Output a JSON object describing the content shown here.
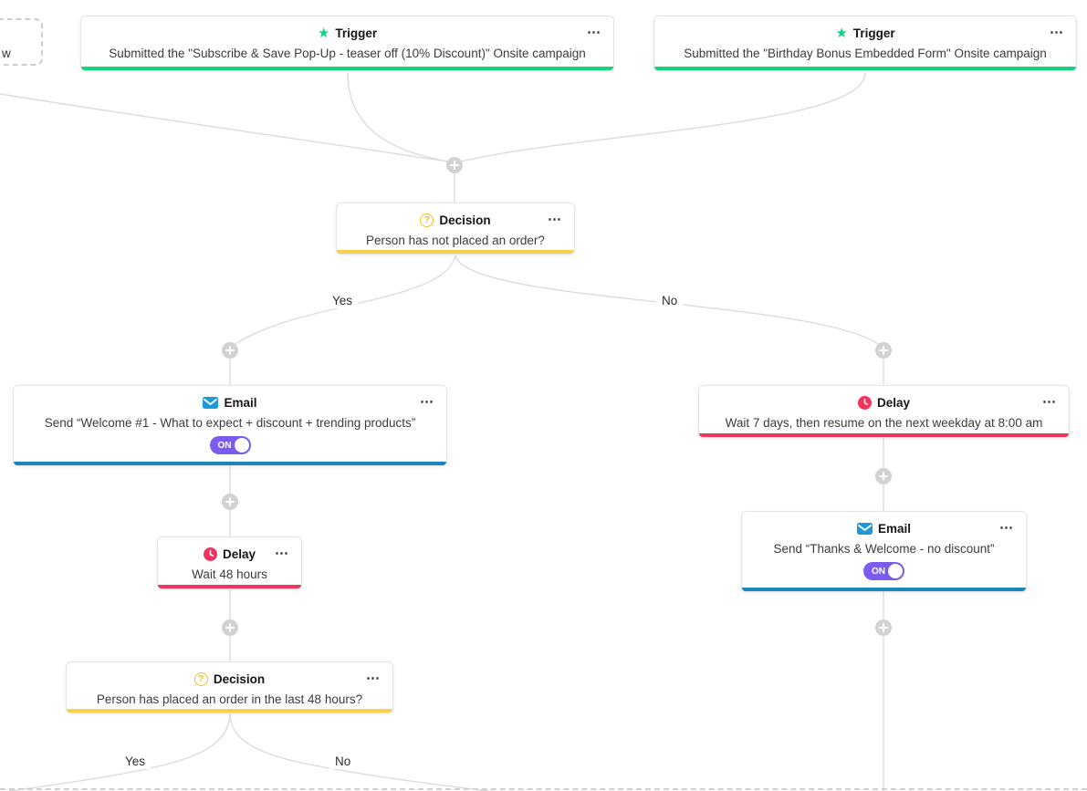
{
  "flow": {
    "branch_labels": {
      "yes": "Yes",
      "no": "No"
    },
    "toggle_on_label": "ON",
    "menu_icon": "⋯",
    "ghost_node_text": "w",
    "icons": {
      "trigger": "star-icon",
      "decision": "question-mark-icon",
      "email": "envelope-icon",
      "delay": "clock-icon",
      "connector": "plus-icon",
      "node_menu": "more-options-icon"
    },
    "colors": {
      "trigger_accent": "#13d37f",
      "decision_accent": "#f7d14a",
      "email_accent": "#1a86be",
      "delay_accent": "#f1345c",
      "toggle_on": "#7c5cf0",
      "connector_line": "#dcdcdc"
    },
    "nodes": [
      {
        "type": "Trigger",
        "subtitle": "Submitted the \"Subscribe & Save Pop-Up - teaser off (10% Discount)\" Onsite campaign"
      },
      {
        "type": "Trigger",
        "subtitle": "Submitted the \"Birthday Bonus Embedded Form\" Onsite campaign"
      },
      {
        "type": "Decision",
        "subtitle": "Person has not placed an order?"
      },
      {
        "type": "Email",
        "subtitle": "Send “Welcome #1 - What to expect + discount + trending products”",
        "toggle_state": "ON"
      },
      {
        "type": "Delay",
        "subtitle": "Wait 7 days, then resume on the next weekday at 8:00 am"
      },
      {
        "type": "Email",
        "subtitle": "Send “Thanks & Welcome - no discount”",
        "toggle_state": "ON"
      },
      {
        "type": "Delay",
        "subtitle": "Wait 48 hours"
      },
      {
        "type": "Decision",
        "subtitle": "Person has placed an order in the last 48 hours?"
      }
    ]
  }
}
